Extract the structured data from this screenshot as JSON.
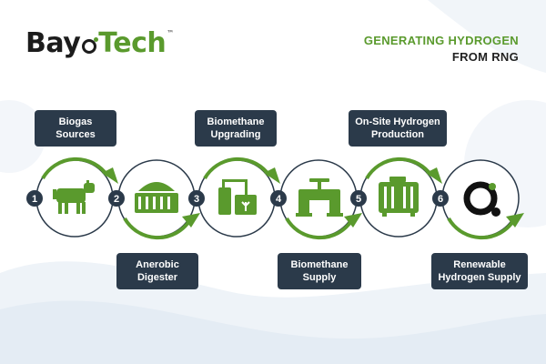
{
  "brand": {
    "logo_part1": "Bay",
    "logo_part2": "Tech",
    "trademark": "™"
  },
  "headline": {
    "line1": "GENERATING HYDROGEN",
    "line2": "FROM RNG"
  },
  "colors": {
    "accent_green": "#5a9a2d",
    "navy": "#2b3a4a",
    "dark": "#1c1c1c"
  },
  "steps": [
    {
      "number": "1",
      "label": "Biogas\nSources",
      "icon": "cow-icon"
    },
    {
      "number": "2",
      "label": "Anerobic\nDigester",
      "icon": "digester-icon"
    },
    {
      "number": "3",
      "label": "Biomethane\nUpgrading",
      "icon": "upgrading-plant-icon"
    },
    {
      "number": "4",
      "label": "Biomethane\nSupply",
      "icon": "pipe-valve-icon"
    },
    {
      "number": "5",
      "label": "On-Site Hydrogen\nProduction",
      "icon": "hydrogen-generator-icon"
    },
    {
      "number": "6",
      "label": "Renewable\nHydrogen Supply",
      "icon": "bayotech-mark-icon"
    }
  ]
}
